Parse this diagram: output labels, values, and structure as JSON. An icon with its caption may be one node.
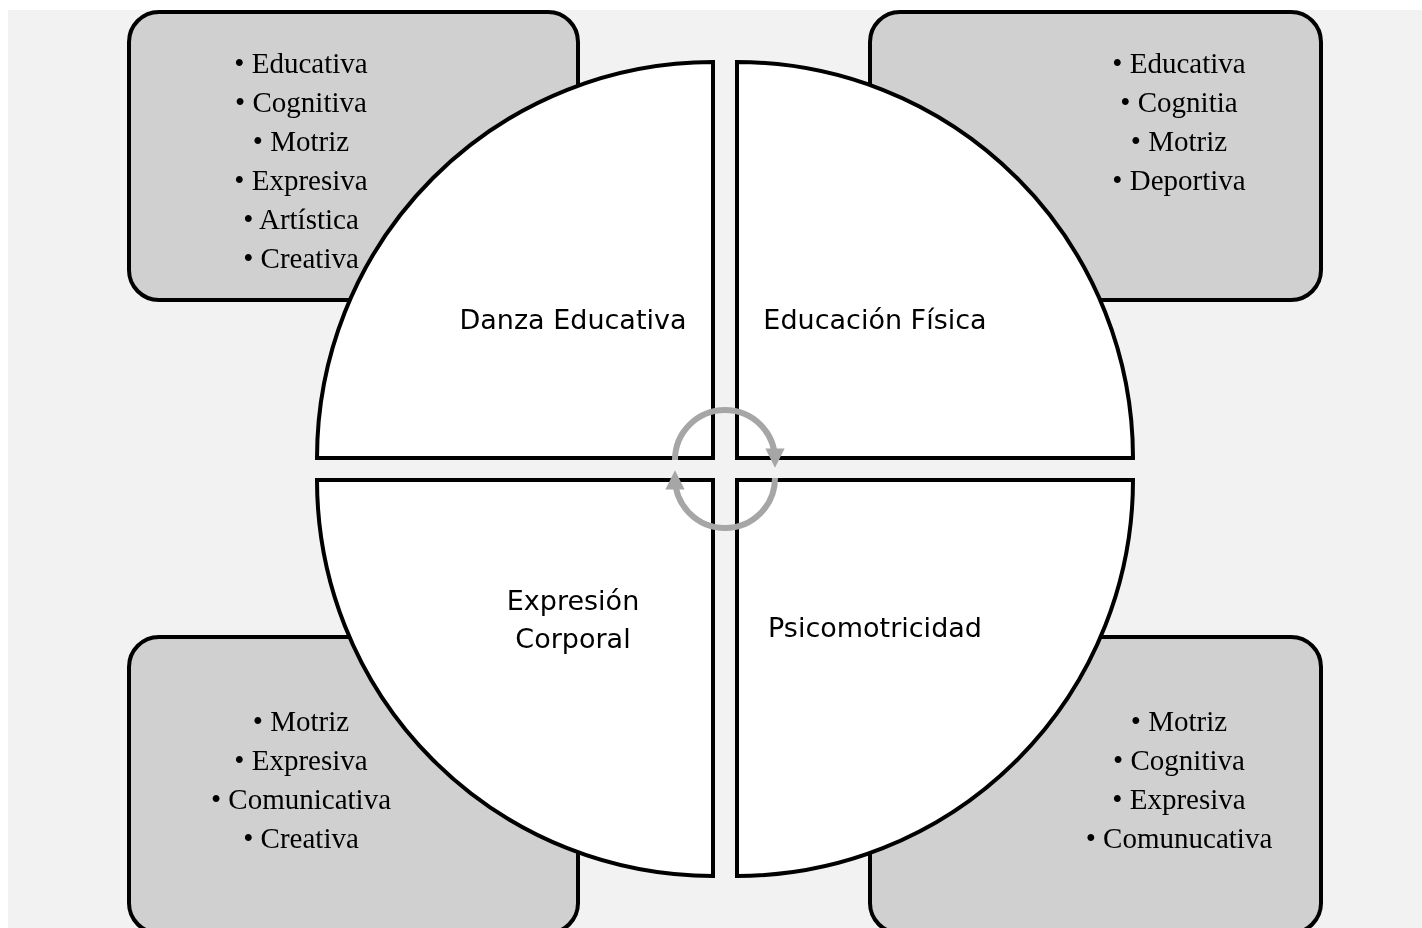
{
  "diagram": {
    "nodes": [
      {
        "text": [
          "• Educativa",
          "• Cognitiva",
          "• Motriz",
          "• Expresiva",
          "• Artística",
          "• Creativa"
        ]
      },
      {
        "text": [
          "• Educativa",
          "• Cognitia",
          "• Motriz",
          "• Deportiva"
        ]
      },
      {
        "text": [
          "Danza Educativa"
        ]
      },
      {
        "text": [
          "Educación Física"
        ]
      },
      {
        "text": [
          "Expresión Corporal"
        ]
      },
      {
        "text": [
          "Psicomotricidad"
        ]
      },
      {
        "text": [
          "• Motriz",
          "• Expresiva",
          "• Comunicativa",
          "• Creativa"
        ]
      },
      {
        "text": [
          "• Motriz",
          "• Cognitiva",
          "• Expresiva",
          "• Comunucativa"
        ]
      }
    ],
    "edges": [
      {
        "from": 2,
        "to": 3,
        "arrow": "to"
      },
      {
        "from": 5,
        "to": 4,
        "arrow": "to"
      }
    ]
  }
}
